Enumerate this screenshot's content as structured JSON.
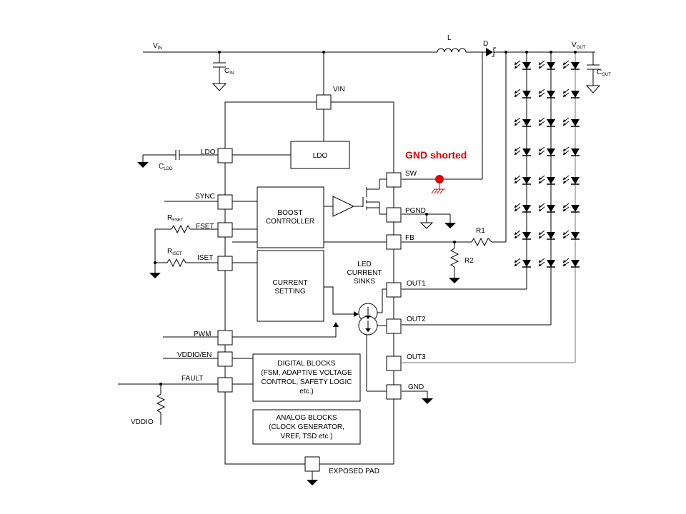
{
  "annotation": {
    "text": "GND shorted",
    "color": "#e00000"
  },
  "external": {
    "vin": "V",
    "vin_sub": "IN",
    "vout": "V",
    "vout_sub": "OUT",
    "inductor": "L",
    "diode": "D",
    "cin": "C",
    "cin_sub": "IN",
    "cout": "C",
    "cout_sub": "OUT",
    "cldo": "C",
    "cldo_sub": "LDO",
    "rfset": "R",
    "rfset_sub": "FSET",
    "riset": "R",
    "riset_sub": "ISET",
    "r1": "R1",
    "r2": "R2",
    "vddio": "VDDIO"
  },
  "pins": {
    "vin": "VIN",
    "ldo": "LDO",
    "sync": "SYNC",
    "fset": "FSET",
    "iset": "ISET",
    "pwm": "PWM",
    "vddio_en": "VDDIO/EN",
    "fault": "FAULT",
    "sw": "SW",
    "pgnd": "PGND",
    "fb": "FB",
    "out1": "OUT1",
    "out2": "OUT2",
    "out3": "OUT3",
    "gnd": "GND",
    "exposed_pad": "EXPOSED PAD"
  },
  "blocks": {
    "ldo": [
      "LDO"
    ],
    "boost": [
      "BOOST",
      "CONTROLLER"
    ],
    "current": [
      "CURRENT",
      "SETTING"
    ],
    "sinks": [
      "LED",
      "CURRENT",
      "SINKS"
    ],
    "digital": [
      "DIGITAL BLOCKS",
      "(FSM, ADAPTIVE VOLTAGE",
      "CONTROL, SAFETY LOGIC",
      "etc.)"
    ],
    "analog": [
      "ANALOG BLOCKS",
      "(CLOCK GENERATOR,",
      "VREF, TSD etc.)"
    ]
  }
}
